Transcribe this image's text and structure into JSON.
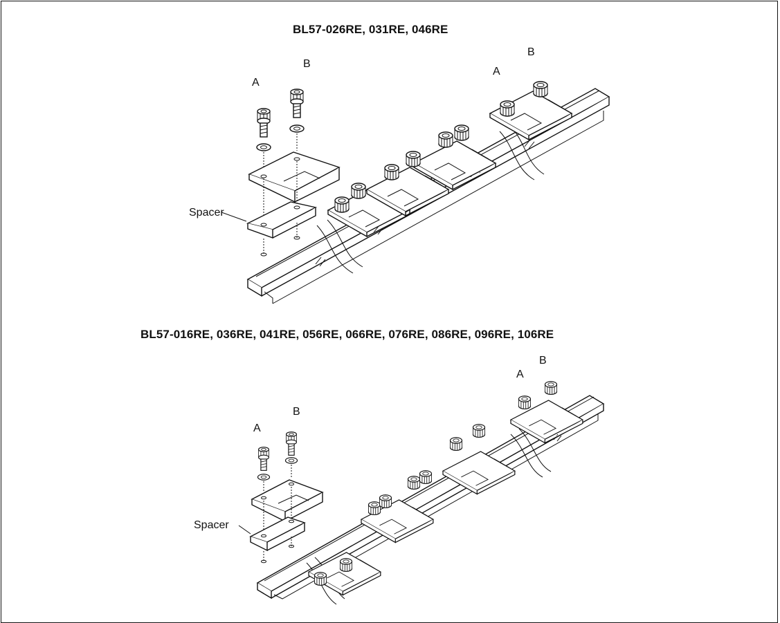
{
  "figure": {
    "top": {
      "title": "BL57-026RE, 031RE, 046RE",
      "label_a_left": "A",
      "label_b_left": "B",
      "label_a_right": "A",
      "label_b_right": "B",
      "spacer": "Spacer"
    },
    "bottom": {
      "title": "BL57-016RE, 036RE, 041RE, 056RE, 066RE, 076RE, 086RE, 096RE, 106RE",
      "label_a_left": "A",
      "label_b_left": "B",
      "label_a_right": "A",
      "label_b_right": "B",
      "spacer": "Spacer"
    }
  }
}
